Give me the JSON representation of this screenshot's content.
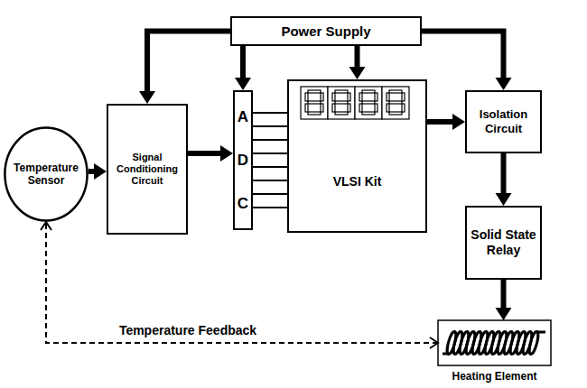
{
  "diagram": {
    "nodes": [
      {
        "text": [
          "Power Supply"
        ]
      },
      {
        "text": [
          "Temperature Sensor"
        ]
      },
      {
        "text": [
          "Signal Conditioning Circuit"
        ]
      },
      {
        "text": [
          "A D C"
        ]
      },
      {
        "text": [
          "VLSI Kit"
        ]
      },
      {
        "text": [
          "Isolation Circuit"
        ]
      },
      {
        "text": [
          "Solid State Relay"
        ]
      },
      {
        "text": [
          "Heating Element"
        ]
      }
    ],
    "edges": [
      {
        "from": 0,
        "to": 2,
        "arrow": "to"
      },
      {
        "from": 0,
        "to": 3,
        "arrow": "to"
      },
      {
        "from": 0,
        "to": 4,
        "arrow": "to"
      },
      {
        "from": 0,
        "to": 5,
        "arrow": "to"
      },
      {
        "from": 1,
        "to": 2,
        "arrow": "to"
      },
      {
        "from": 2,
        "to": 3,
        "arrow": "to"
      },
      {
        "from": 3,
        "to": 4,
        "arrow": "none"
      },
      {
        "from": 4,
        "to": 5,
        "arrow": "to"
      },
      {
        "from": 5,
        "to": 6,
        "arrow": "to"
      },
      {
        "from": 6,
        "to": 7,
        "arrow": "to"
      },
      {
        "from": 7,
        "to": 1,
        "arrow": "both",
        "label": "Temperature Feedback"
      }
    ]
  }
}
